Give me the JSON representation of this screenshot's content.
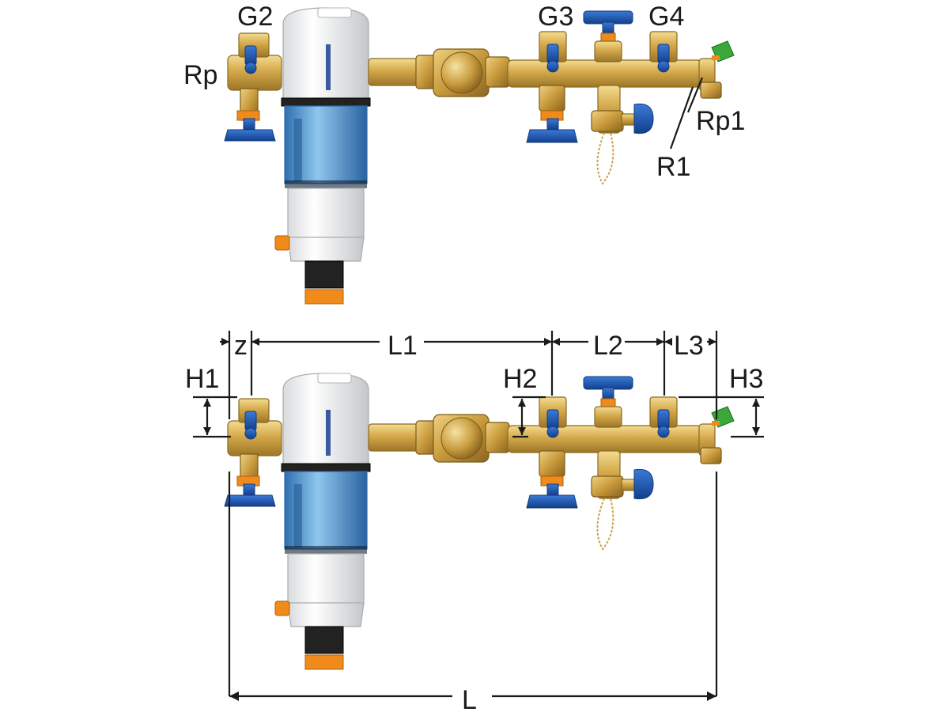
{
  "top_labels": {
    "g2": "G2",
    "g3": "G3",
    "g4": "G4",
    "rp": "Rp",
    "rp1": "Rp1",
    "r1": "R1"
  },
  "bottom_labels": {
    "z": "z",
    "l1": "L1",
    "l2": "L2",
    "l3": "L3",
    "h1": "H1",
    "h2": "H2",
    "h3": "H3",
    "l": "L"
  },
  "colors": {
    "brass": "#d4a84a",
    "valve_blue": "#1f5bb5",
    "accent_orange": "#f08a1a",
    "connector_green": "#3aa83a",
    "dimension_line": "#1a1a1a"
  }
}
